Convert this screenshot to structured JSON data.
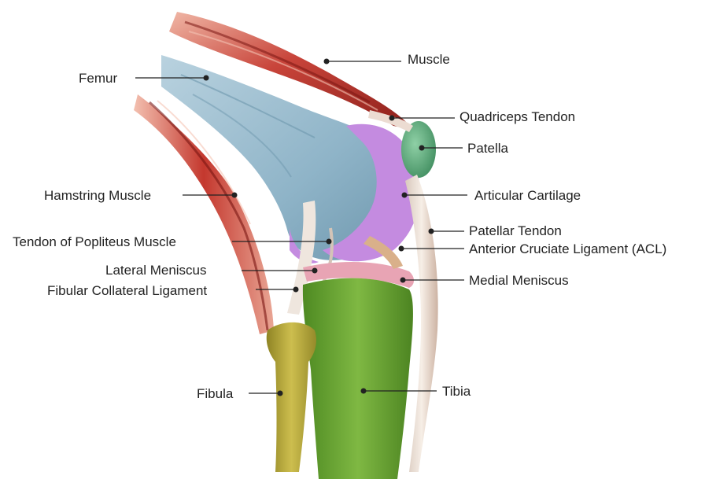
{
  "diagram": {
    "labels": {
      "muscle": "Muscle",
      "femur": "Femur",
      "quadriceps_tendon": "Quadriceps Tendon",
      "patella": "Patella",
      "hamstring_muscle": "Hamstring Muscle",
      "articular_cartilage": "Articular Cartilage",
      "patellar_tendon": "Patellar Tendon",
      "tendon_of_popliteus_muscle": "Tendon of Popliteus Muscle",
      "anterior_cruciate_ligament": "Anterior Cruciate Ligament (ACL)",
      "lateral_meniscus": "Lateral Meniscus",
      "medial_meniscus": "Medial Meniscus",
      "fibular_collateral_ligament": "Fibular Collateral Ligament",
      "fibula": "Fibula",
      "tibia": "Tibia"
    },
    "colors": {
      "muscle": "#c8443a",
      "femur": "#8fb4c8",
      "cartilage": "#c48be0",
      "patella": "#4f9d6f",
      "tibia": "#6aa635",
      "fibula": "#b6a83b",
      "meniscus": "#e8a4b4",
      "tendon": "#e6ddd2",
      "leader": "#222222"
    }
  }
}
